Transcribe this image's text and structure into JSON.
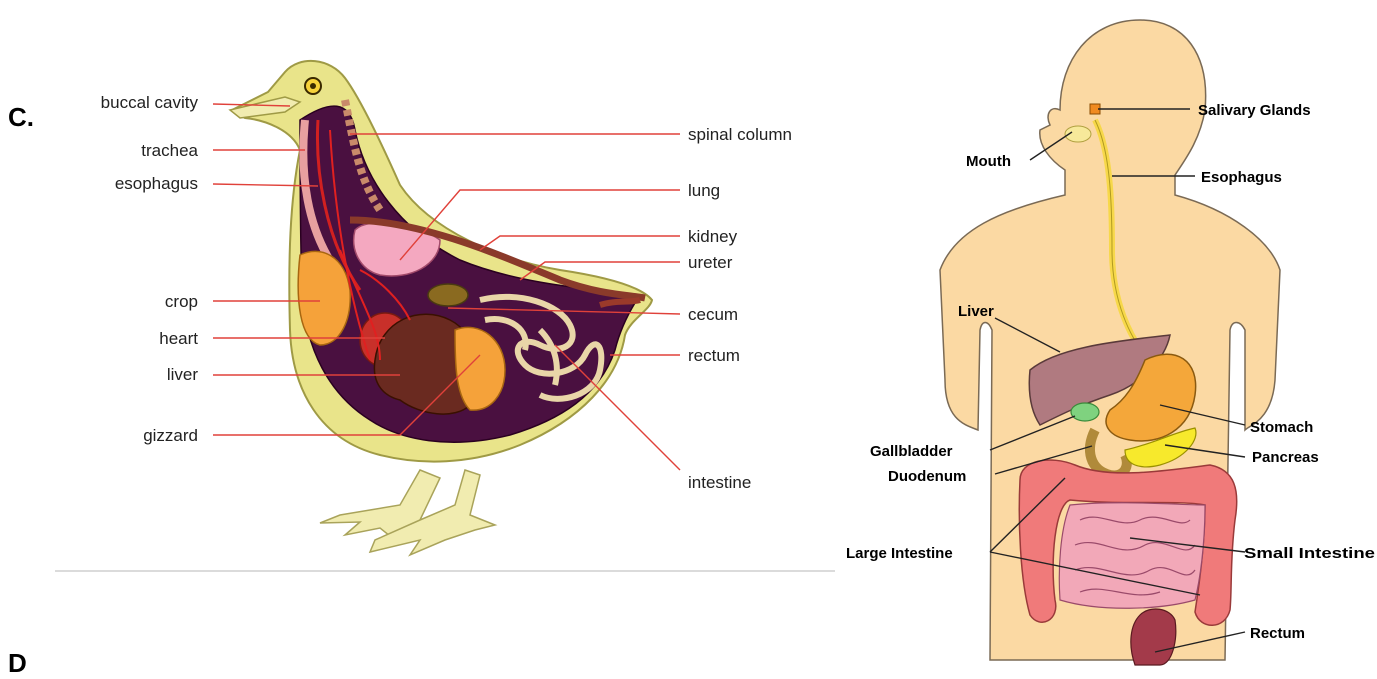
{
  "section_letters": {
    "c": "C.",
    "d": "D"
  },
  "bird": {
    "labels": {
      "buccal_cavity": "buccal cavity",
      "trachea": "trachea",
      "esophagus": "esophagus",
      "crop": "crop",
      "heart": "heart",
      "liver": "liver",
      "gizzard": "gizzard",
      "spinal_column": "spinal column",
      "lung": "lung",
      "kidney": "kidney",
      "ureter": "ureter",
      "cecum": "cecum",
      "rectum": "rectum",
      "intestine": "intestine"
    }
  },
  "human": {
    "labels": {
      "salivary_glands": "Salivary Glands",
      "mouth": "Mouth",
      "esophagus": "Esophagus",
      "liver": "Liver",
      "stomach": "Stomach",
      "gallbladder": "Gallbladder",
      "pancreas": "Pancreas",
      "duodenum": "Duodenum",
      "large_intestine": "Large Intestine",
      "small_intestine": "Small Intestine",
      "rectum": "Rectum"
    }
  },
  "colors": {
    "bird_body": "#e9e48a",
    "bird_cavity": "#4a1040",
    "bird_line": "#e0413a",
    "human_skin": "#fbd9a3",
    "liver": "#b07a80",
    "stomach": "#f4a73a",
    "pancreas": "#f7e92c",
    "gallbladder": "#7fd27f",
    "large_intestine": "#f07a7a",
    "small_intestine": "#f2a8b8",
    "rectum": "#a33a4a"
  }
}
